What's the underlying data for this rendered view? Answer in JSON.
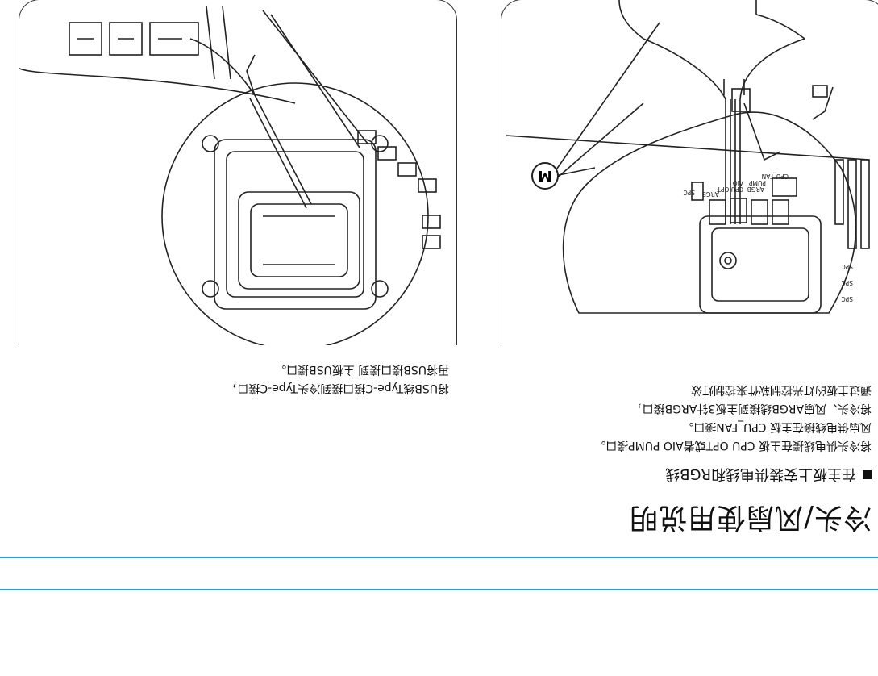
{
  "title": "冷头/风扇使用说明",
  "section": {
    "heading": "在主板上安装供电线和RGB线"
  },
  "instructions_left": [
    "将冷头供电线接在主板 CPU OPT或者AIO PUMP接口。",
    "风扇供电线接在主板 CPU_FAN接口。",
    "将冷头、风扇ARGB线接到主板3针ARGB接口，",
    "通过主板的灯光控制软件来控制灯效"
  ],
  "instructions_right": [
    "将USB线Type-C接口接到冷头Type-C接口，",
    "再将USB接口接到 主板USB接口。"
  ],
  "diagram_left": {
    "callout": "M",
    "labels": [
      "CPU_FAN",
      "ARGB",
      "PUMP",
      "AIO",
      "CPU OPT",
      "ARGB",
      "SPC",
      "SPC",
      "SPC",
      "SPC"
    ]
  },
  "colors": {
    "accent_rule": "#1aa3e0",
    "line_art": "#222222"
  }
}
